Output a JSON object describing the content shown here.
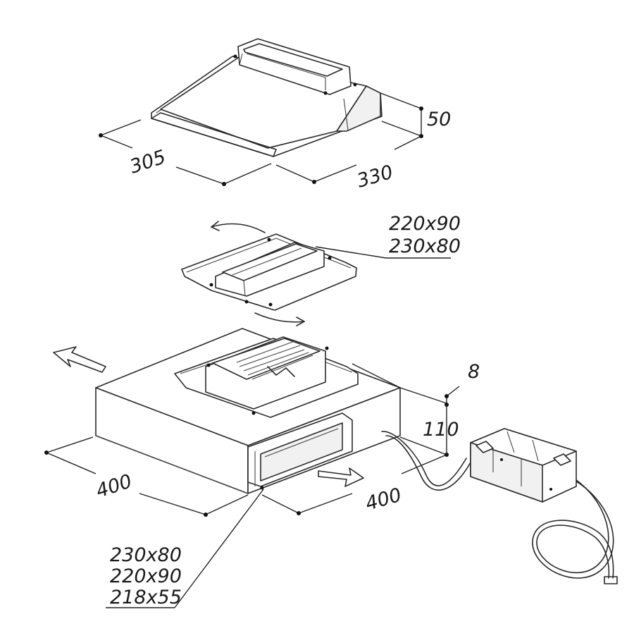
{
  "top_adapter": {
    "width_label": "305",
    "depth_label": "330",
    "height_label": "50"
  },
  "flange_adapter": {
    "size_label_1": "220x90",
    "size_label_2": "230x80"
  },
  "main_unit": {
    "width_label": "400",
    "depth_label": "400",
    "height_label": "110",
    "offset_label": "8"
  },
  "outlet": {
    "size_label_1": "230x80",
    "size_label_2": "220x90",
    "size_label_3": "218x55"
  }
}
